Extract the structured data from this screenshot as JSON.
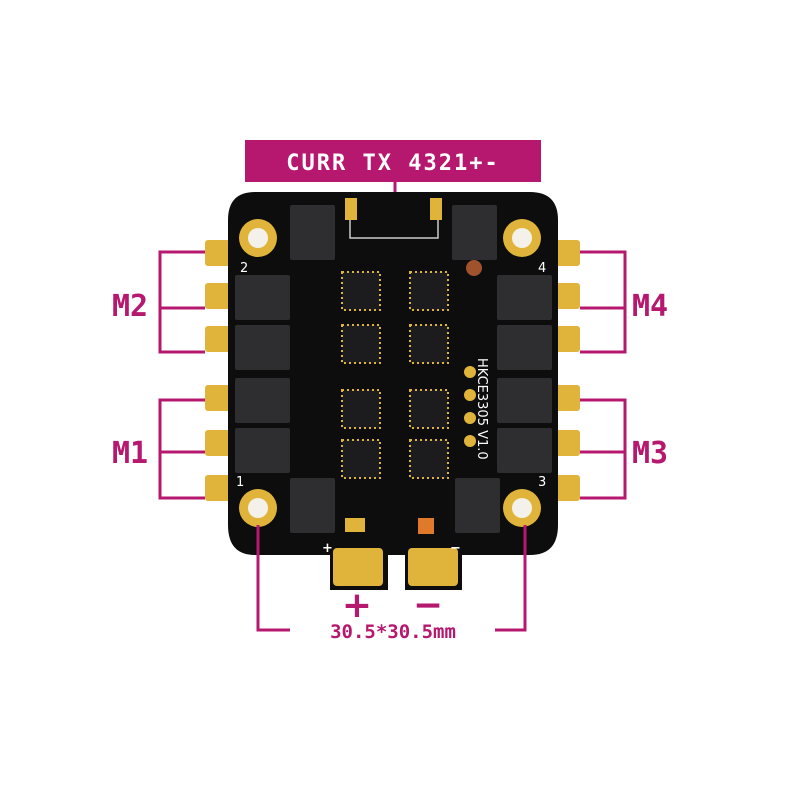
{
  "header_label": "CURR TX 4321+-",
  "motor_labels": {
    "m1": "M1",
    "m2": "M2",
    "m3": "M3",
    "m4": "M4"
  },
  "dimension": "30.5*30.5mm",
  "power_labels": {
    "plus": "+",
    "minus": "−"
  },
  "silkscreen": {
    "model": "HKCE3305 V1.0",
    "corner_1": "1",
    "corner_2": "2",
    "corner_3": "3",
    "corner_4": "4",
    "plus": "+",
    "minus": "−"
  },
  "colors": {
    "accent": "#b5186e",
    "board": "#0d0d0d",
    "gold": "#e0b43a",
    "chip": "#2e2e30"
  }
}
